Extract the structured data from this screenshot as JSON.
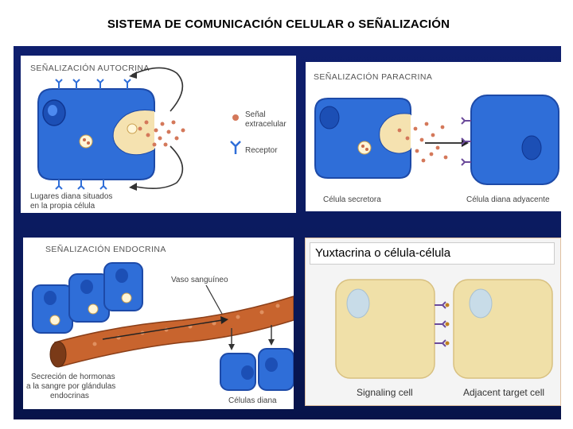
{
  "title": "SISTEMA DE COMUNICACIÓN CELULAR o SEÑALIZACIÓN",
  "autocrine": {
    "heading": "SEÑALIZACIÓN AUTOCRINA",
    "legend_signal_1": "Señal",
    "legend_signal_2": "extracelular",
    "legend_receptor": "Receptor",
    "caption_1": "Lugares diana situados",
    "caption_2": "en la propia célula"
  },
  "paracrine": {
    "heading": "SEÑALIZACIÓN PARACRINA",
    "left_label": "Célula secretora",
    "right_label": "Célula diana adyacente"
  },
  "endocrine": {
    "heading": "SEÑALIZACIÓN ENDOCRINA",
    "vessel_label": "Vaso sanguíneo",
    "caption_1": "Secreción de hormonas",
    "caption_2": "a la sangre por glándulas",
    "caption_3": "endocrinas",
    "targets_label": "Células diana"
  },
  "juxtacrine": {
    "heading": "Yuxtacrina o célula-célula",
    "left_label": "Signaling cell",
    "right_label": "Adjacent target cell"
  },
  "colors": {
    "cell_blue": "#2f6ed8",
    "nucleus_blue": "#1c4fb5",
    "vessel": "#c8642e",
    "signal": "#d4785a",
    "juxta_cell": "#f0e0a8"
  }
}
